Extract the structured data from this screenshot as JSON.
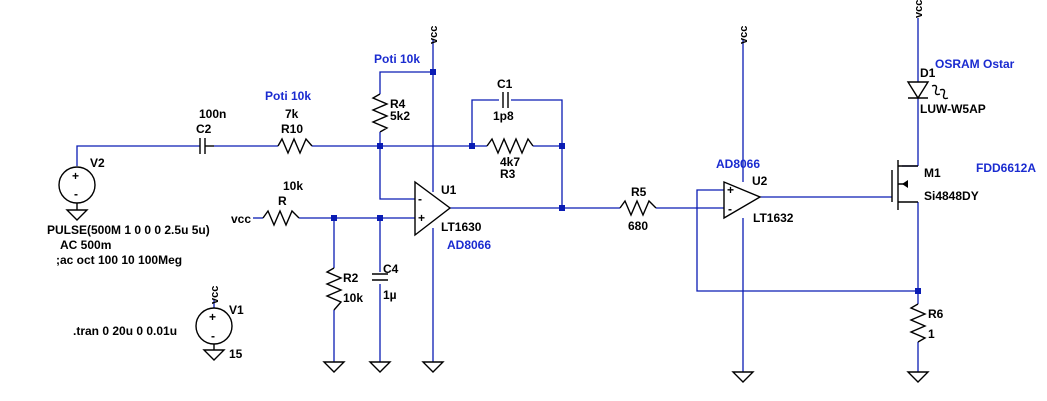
{
  "power": {
    "vcc": "vcc"
  },
  "source_v2": {
    "ref": "V2",
    "line1": "PULSE(500M 1 0 0 0 2.5u 5u)",
    "line2": "AC 500m",
    "line3": ";ac oct 100 10 100Meg"
  },
  "source_v1": {
    "ref": "V1",
    "value": "15"
  },
  "sim": {
    "tran": ".tran 0 20u 0 0.01u"
  },
  "c2": {
    "ref": "C2",
    "value": "100n"
  },
  "r10": {
    "ref": "R10",
    "value": "7k",
    "note": "Poti 10k"
  },
  "r4": {
    "ref": "R4",
    "value": "5k2",
    "note": "Poti 10k"
  },
  "c1": {
    "ref": "C1",
    "value": "1p8"
  },
  "r3": {
    "ref": "R3",
    "value": "4k7"
  },
  "r_in": {
    "ref": "R",
    "value": "10k"
  },
  "vcc_input": "vcc",
  "r2": {
    "ref": "R2",
    "value": "10k"
  },
  "c4": {
    "ref": "C4",
    "value": "1µ"
  },
  "u1": {
    "ref": "U1",
    "part": "LT1630",
    "note": "AD8066"
  },
  "r5": {
    "ref": "R5",
    "value": "680"
  },
  "u2": {
    "ref": "U2",
    "part": "LT1632",
    "note": "AD8066"
  },
  "m1": {
    "ref": "M1",
    "part": "Si4848DY",
    "note": "FDD6612A"
  },
  "d1": {
    "ref": "D1",
    "part": "LUW-W5AP",
    "note": "OSRAM Ostar"
  },
  "r6": {
    "ref": "R6",
    "value": "1"
  },
  "pins": {
    "plus": "+",
    "minus": "-"
  }
}
